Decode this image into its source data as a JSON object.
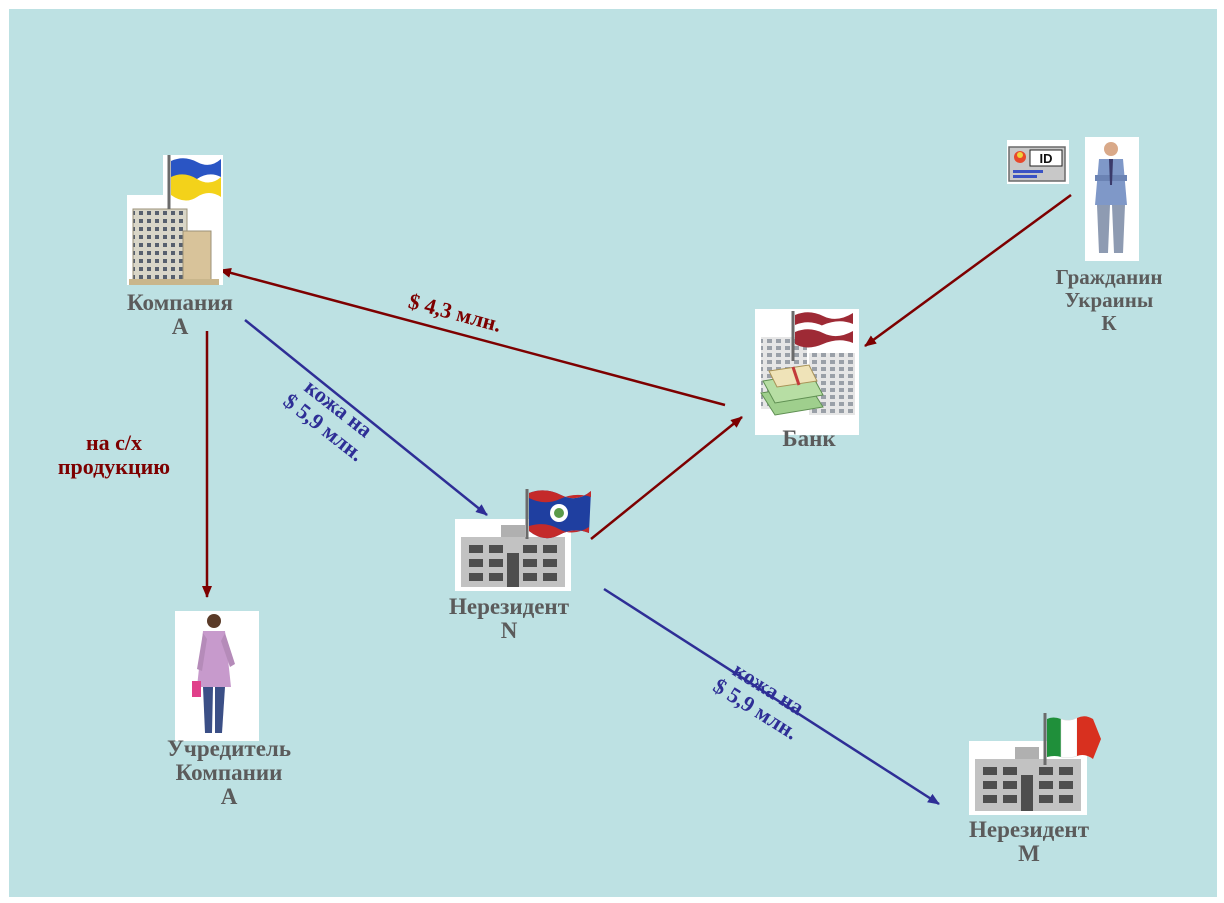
{
  "nodes": {
    "company_a": "Компания\nА",
    "founder": "Учредитель\nКомпании\nА",
    "bank": "Банк",
    "citizen": "Гражданин\nУкраины\nК",
    "nonresident_n": "Нерезидент\nN",
    "nonresident_m": "Нерезидент\nМ"
  },
  "edges": {
    "bank_to_company": "$ 4,3 млн.",
    "company_to_founder": "на с/х\nпродукцию",
    "company_to_n": "кожа на\n$ 5,9 млн.",
    "n_to_m": "кожа на\n$ 5,9 млн."
  },
  "icons": {
    "id_card_text": "ID"
  },
  "colors": {
    "background": "#bde1e3",
    "red_arrow": "#7d0000",
    "blue_arrow": "#2e2e96",
    "node_text": "#5b5b5b"
  }
}
